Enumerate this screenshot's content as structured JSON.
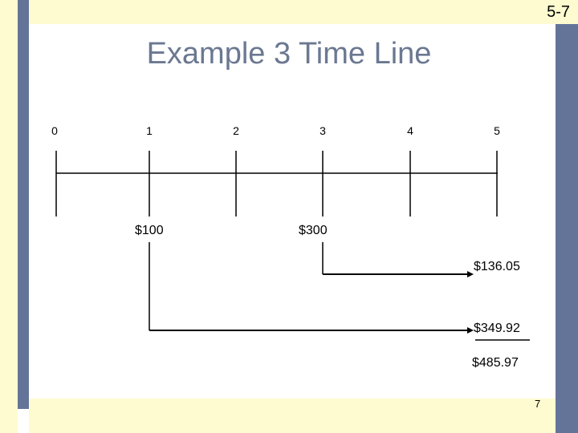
{
  "slide_number": "5-7",
  "page_number": "7",
  "title": "Example 3 Time Line",
  "periods": [
    "0",
    "1",
    "2",
    "3",
    "4",
    "5"
  ],
  "cash_flows": [
    {
      "period": 1,
      "label": "$100"
    },
    {
      "period": 3,
      "label": "$300"
    }
  ],
  "future_values": [
    {
      "label": "$136.05"
    },
    {
      "label": "$349.92"
    }
  ],
  "total": "$485.97"
}
